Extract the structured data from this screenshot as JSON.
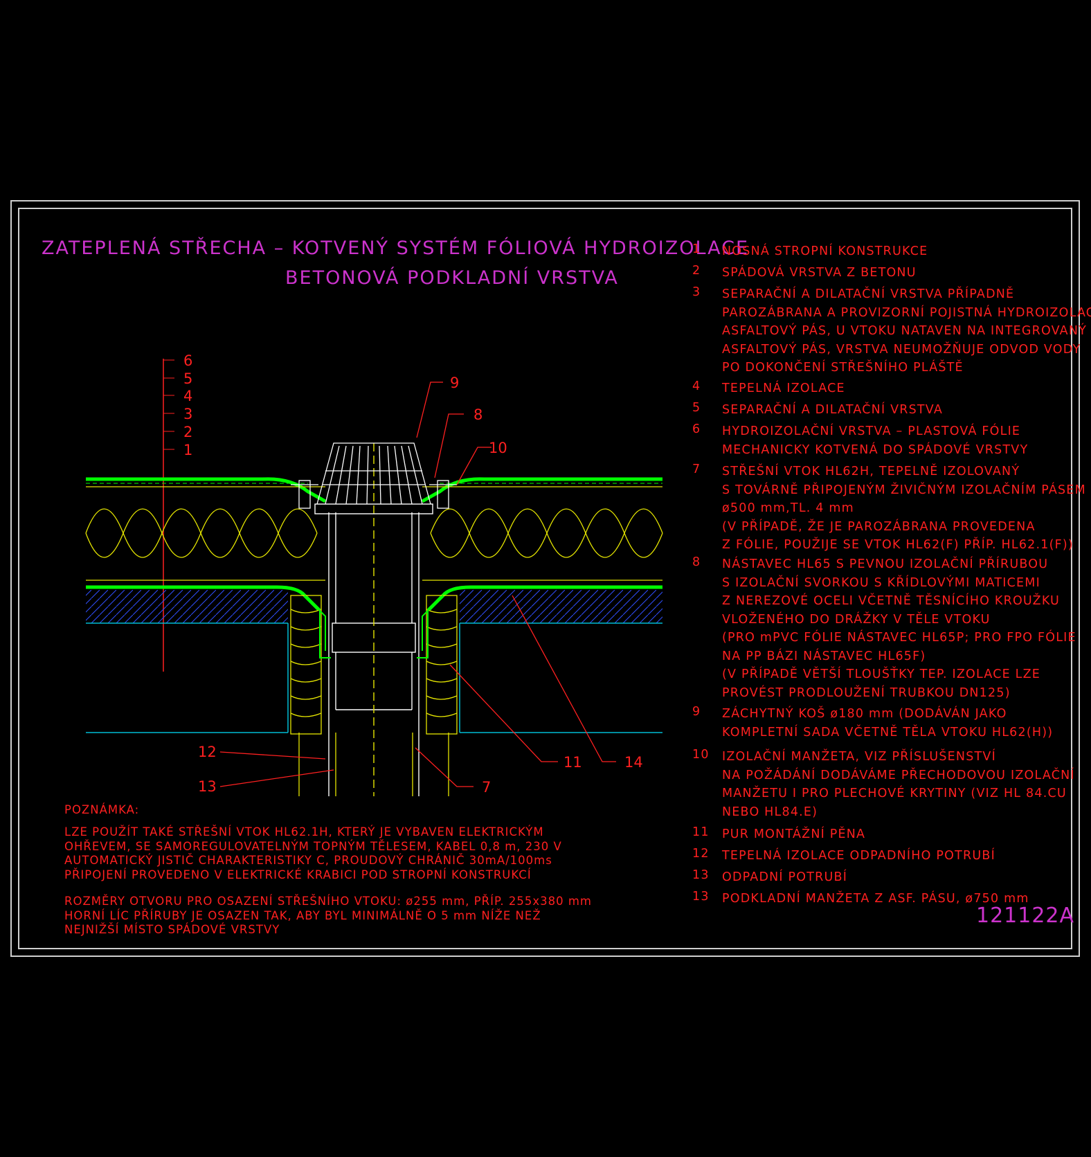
{
  "title": {
    "line1": "ZATEPLENÁ STŘECHA – KOTVENÝ SYSTÉM FÓLIOVÁ HYDROIZOLACE",
    "line2": "BETONOVÁ PODKLADNÍ VRSTVA"
  },
  "layer_labels": [
    "6",
    "5",
    "4",
    "3",
    "2",
    "1"
  ],
  "callouts": {
    "c9": "9",
    "c8": "8",
    "c10": "10",
    "c12": "12",
    "c13": "13",
    "c11": "11",
    "c14": "14",
    "c7": "7"
  },
  "legend": [
    {
      "num": "1",
      "lines": [
        "NOSNÁ STROPNÍ KONSTRUKCE"
      ]
    },
    {
      "num": "2",
      "lines": [
        "SPÁDOVÁ VRSTVA Z BETONU"
      ]
    },
    {
      "num": "3",
      "lines": [
        "SEPARAČNÍ A DILATAČNÍ VRSTVA PŘÍPADNĚ",
        "PAROZÁBRANA A PROVIZORNÍ POJISTNÁ HYDROIZOLACE",
        "ASFALTOVÝ PÁS, U VTOKU NATAVEN NA INTEGROVANÝ",
        "ASFALTOVÝ PÁS, VRSTVA NEUMOŽŇUJE ODVOD VODY",
        "PO DOKONČENÍ STŘEŠNÍHO PLÁŠTĚ"
      ]
    },
    {
      "num": "4",
      "lines": [
        "TEPELNÁ IZOLACE"
      ]
    },
    {
      "num": "5",
      "lines": [
        "SEPARAČNÍ A DILATAČNÍ VRSTVA"
      ]
    },
    {
      "num": "6",
      "lines": [
        "HYDROIZOLAČNÍ VRSTVA – PLASTOVÁ FÓLIE",
        "MECHANICKY KOTVENÁ DO SPÁDOVÉ VRSTVY"
      ]
    },
    {
      "num": "7",
      "lines": [
        "STŘEŠNÍ VTOK HL62H, TEPELNĚ IZOLOVANÝ",
        "S TOVÁRNĚ PŘIPOJENÝM ŽIVIČNÝM IZOLAČNÍM PÁSEM",
        "ø500 mm,TL. 4 mm",
        "(V PŘÍPADĚ, ŽE JE PAROZÁBRANA PROVEDENA",
        "Z FÓLIE, POUŽIJE SE VTOK HL62(F) PŘÍP. HL62.1(F))"
      ]
    },
    {
      "num": "8",
      "lines": [
        "NÁSTAVEC HL65 S PEVNOU IZOLAČNÍ PŘÍRUBOU",
        "S IZOLAČNÍ SVORKOU S KŘÍDLOVÝMI MATICEMI",
        "Z NEREZOVÉ OCELI VČETNĚ TĚSNÍCÍHO KROUŽKU",
        "VLOŽENÉHO DO DRÁŽKY V TĚLE VTOKU",
        "(PRO mPVC FÓLIE NÁSTAVEC HL65P; PRO FPO FÓLIE",
        "NA PP BÁZI NÁSTAVEC HL65F)",
        "(V PŘÍPADĚ VĚTŠÍ TLOUŠŤKY TEP. IZOLACE LZE",
        "PROVÉST PRODLOUŽENÍ TRUBKOU DN125)"
      ]
    },
    {
      "num": "9",
      "lines": [
        "ZÁCHYTNÝ KOŠ ø180 mm (DODÁVÁN JAKO",
        "KOMPLETNÍ SADA VČETNĚ TĚLA VTOKU HL62(H))"
      ]
    },
    {
      "num": "10",
      "lines": [
        "IZOLAČNÍ MANŽETA, VIZ PŘÍSLUŠENSTVÍ",
        "NA POŽÁDÁNÍ DODÁVÁME PŘECHODOVOU IZOLAČNÍ",
        "MANŽETU I PRO PLECHOVÉ KRYTINY (VIZ HL 84.CU",
        "NEBO HL84.E)"
      ]
    },
    {
      "num": "11",
      "lines": [
        "PUR MONTÁŽNÍ PĚNA"
      ]
    },
    {
      "num": "12",
      "lines": [
        "TEPELNÁ IZOLACE ODPADNÍHO POTRUBÍ"
      ]
    },
    {
      "num": "13",
      "lines": [
        "ODPADNÍ POTRUBÍ"
      ]
    },
    {
      "num": "13",
      "lines": [
        "PODKLADNÍ MANŽETA Z ASF. PÁSU, ø750 mm"
      ]
    }
  ],
  "note": {
    "heading": "POZNÁMKA:",
    "para1": [
      "LZE POUŽÍT TAKÉ STŘEŠNÍ VTOK HL62.1H, KTERÝ JE VYBAVEN ELEKTRICKÝM",
      "OHŘEVEM, SE SAMOREGULOVATELNÝM TOPNÝM TĚLESEM, KABEL 0,8 m, 230 V",
      "AUTOMATICKÝ JISTIČ CHARAKTERISTIKY C, PROUDOVÝ CHRÁNIČ 30mA/100ms",
      "PŘIPOJENÍ PROVEDENO V ELEKTRICKÉ KRABICI POD STROPNÍ KONSTRUKCÍ"
    ],
    "para2": [
      "ROZMĚRY OTVORU PRO OSAZENÍ STŘEŠNÍHO VTOKU: ø255 mm, PŘÍP. 255x380 mm",
      "HORNÍ LÍC PŘÍRUBY JE OSAZEN TAK, ABY BYL MINIMÁLNĚ O 5 mm NÍŽE NEŽ",
      "NEJNIŽŠÍ MÍSTO SPÁDOVÉ VRSTVY"
    ]
  },
  "drawing_number": "121122A",
  "colors": {
    "background": "#000000",
    "frame": "#cfcfcf",
    "title": "#cc33cc",
    "text": "#ff2020",
    "insulation": "#e6e600",
    "membrane": "#00ff00",
    "concrete_hatch": "#3050ff",
    "slab_line": "#00bcd4",
    "drain": "#ffffff"
  }
}
